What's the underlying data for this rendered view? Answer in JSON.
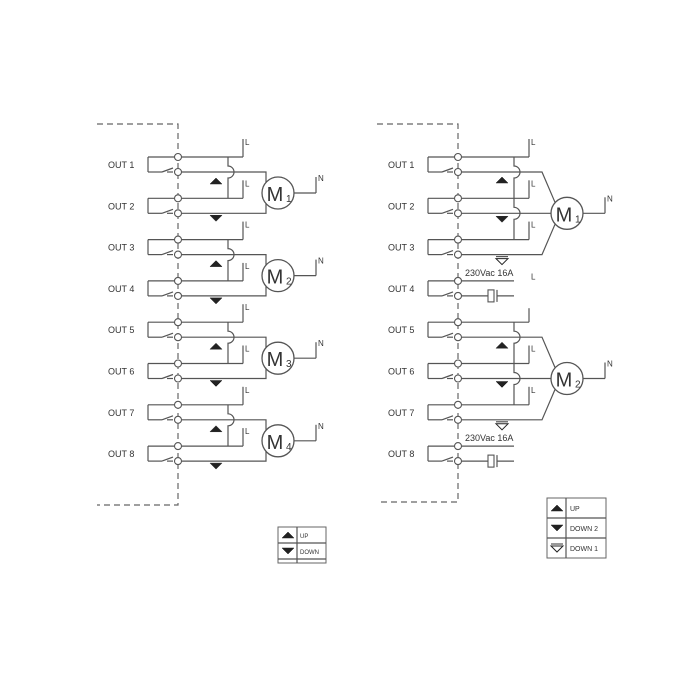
{
  "left_diagram": {
    "outputs": [
      "OUT 1",
      "OUT 2",
      "OUT 3",
      "OUT 4",
      "OUT 5",
      "OUT 6",
      "OUT 7",
      "OUT 8"
    ],
    "motors": [
      {
        "letter": "M",
        "index": "1"
      },
      {
        "letter": "M",
        "index": "2"
      },
      {
        "letter": "M",
        "index": "3"
      },
      {
        "letter": "M",
        "index": "4"
      }
    ],
    "line_label": "L",
    "neutral_label": "N",
    "legend": [
      {
        "symbol": "up-arrow",
        "label": "UP"
      },
      {
        "symbol": "down-arrow",
        "label": "DOWN"
      }
    ]
  },
  "right_diagram": {
    "outputs": [
      "OUT 1",
      "OUT 2",
      "OUT 3",
      "OUT 4",
      "OUT 5",
      "OUT 6",
      "OUT 7",
      "OUT 8"
    ],
    "motors": [
      {
        "letter": "M",
        "index": "1"
      },
      {
        "letter": "M",
        "index": "2"
      }
    ],
    "line_label": "L",
    "neutral_label": "N",
    "relay_rating": "230Vac 16A",
    "legend": [
      {
        "symbol": "up-arrow",
        "label": "UP"
      },
      {
        "symbol": "down-arrow",
        "label": "DOWN 2"
      },
      {
        "symbol": "down-arrow-hollow",
        "label": "DOWN 1"
      }
    ]
  }
}
